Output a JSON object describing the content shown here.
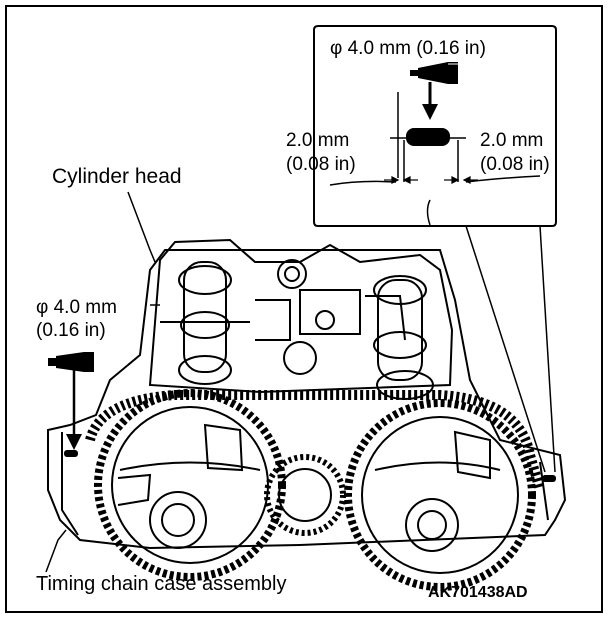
{
  "labels": {
    "callout_diameter": "φ 4.0 mm (0.16 in)",
    "dim_left_mm": "2.0 mm",
    "dim_left_in": "(0.08 in)",
    "dim_right_mm": "2.0 mm",
    "dim_right_in": "(0.08 in)",
    "cylinder_head": "Cylinder head",
    "left_diameter_mm": "φ 4.0 mm",
    "left_diameter_in": "(0.16 in)",
    "timing_chain_case": "Timing chain case assembly",
    "figure_code": "AK701438AD"
  },
  "colors": {
    "ink": "#000000",
    "paper": "#ffffff"
  },
  "icons": {
    "sealant_tube": "sealant-tube-icon",
    "arrow_down": "arrow-down-icon"
  }
}
